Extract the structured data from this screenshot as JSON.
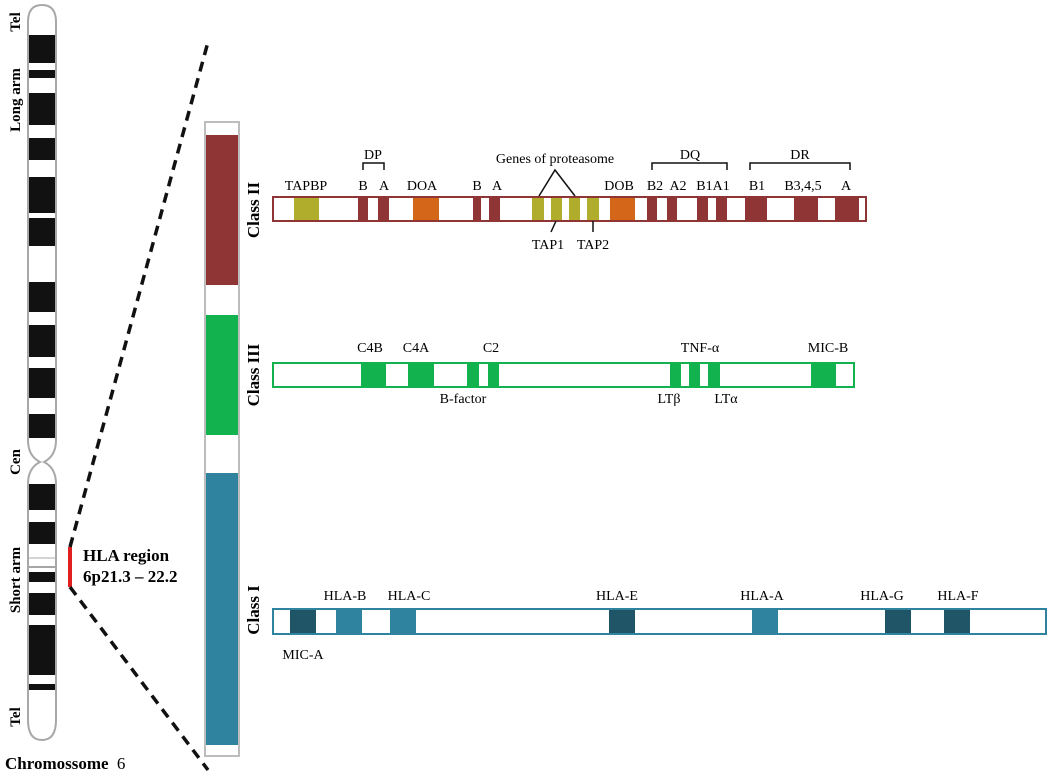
{
  "chromosome": {
    "label_bold": "Chromossome",
    "label_number": "6",
    "tel_top": "Tel",
    "long_arm": "Long arm",
    "cen": "Cen",
    "short_arm": "Short arm",
    "tel_bottom": "Tel",
    "hla_region_line1": "HLA region",
    "hla_region_line2": "6p21.3 – 22.2",
    "region_color": "#e02020"
  },
  "classes": [
    {
      "id": "class2",
      "label": "Class II",
      "color": "#8f3535"
    },
    {
      "id": "class3",
      "label": "Class III",
      "color": "#12b24f"
    },
    {
      "id": "class1",
      "label": "Class I",
      "color": "#2f839e"
    }
  ],
  "class2": {
    "tapbp": "TAPBP",
    "dp_bracket": "DP",
    "dp_b": "B",
    "dp_a": "A",
    "doa": "DOA",
    "do_b": "B",
    "do_a": "A",
    "proteasome": "Genes of proteasome",
    "dob": "DOB",
    "dq_bracket": "DQ",
    "dq_b2": "B2",
    "dq_a2": "A2",
    "dq_b1a1": "B1A1",
    "dr_bracket": "DR",
    "dr_b1": "B1",
    "dr_b345": "B3,4,5",
    "dr_a": "A",
    "tap1": "TAP1",
    "tap2": "TAP2",
    "olive": "#b0ad2c",
    "orange": "#d4661a"
  },
  "class3": {
    "c4b": "C4B",
    "c4a": "C4A",
    "c2": "C2",
    "tnf": "TNF-α",
    "micb": "MIC-B",
    "bfactor": "B-factor",
    "ltb": "LTβ",
    "lta": "LTα"
  },
  "class1": {
    "hla_b": "HLA-B",
    "hla_c": "HLA-C",
    "hla_e": "HLA-E",
    "hla_a": "HLA-A",
    "hla_g": "HLA-G",
    "hla_f": "HLA-F",
    "mica": "MIC-A",
    "dark": "#1f5566",
    "light": "#2f839e"
  }
}
